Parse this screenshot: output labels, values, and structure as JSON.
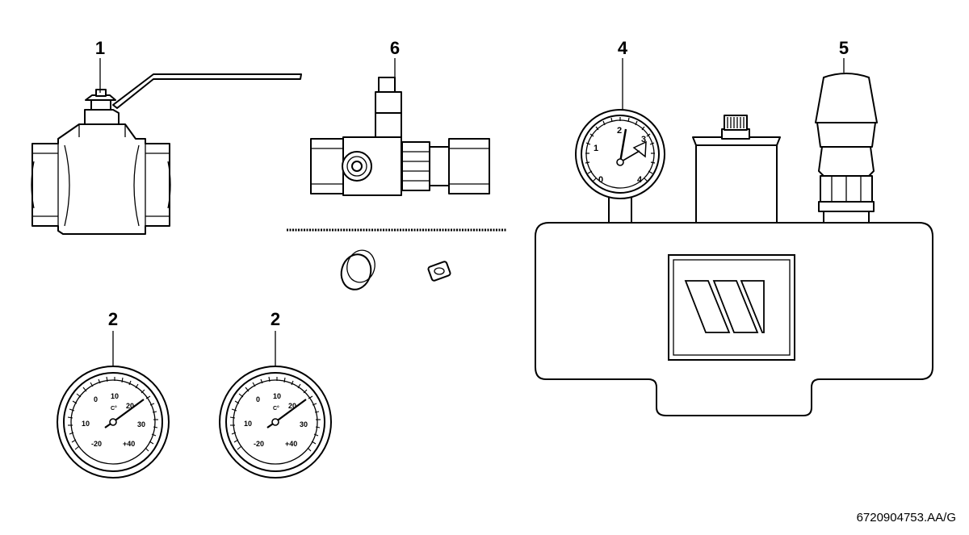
{
  "callouts": {
    "ball_valve": "1",
    "thermometer_left": "2",
    "thermometer_right": "2",
    "pressure_gauge": "4",
    "safety_valve": "5",
    "tee_valve": "6"
  },
  "thermometer": {
    "unit": "C°",
    "scale": [
      "0",
      "10",
      "20",
      "10",
      "30",
      "-20",
      "+40"
    ]
  },
  "pressure_gauge_scale": [
    "0",
    "1",
    "2",
    "3",
    "4"
  ],
  "document_id": "6720904753.AA/G"
}
